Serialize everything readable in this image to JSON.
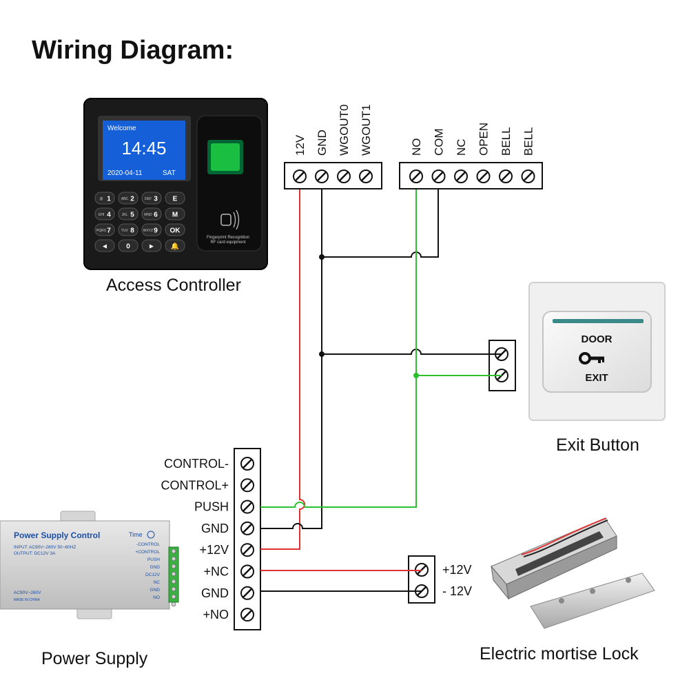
{
  "title": "Wiring Diagram:",
  "captions": {
    "access_controller": "Access Controller",
    "exit_button": "Exit Button",
    "power_supply": "Power Supply",
    "lock": "Electric mortise Lock"
  },
  "controller": {
    "screen_welcome": "Welcome",
    "screen_time": "14:45",
    "screen_date": "2020-04-11",
    "screen_day": "SAT",
    "keypad": [
      {
        "main": "1",
        "sub": "@"
      },
      {
        "main": "2",
        "sub": "ABC"
      },
      {
        "main": "3",
        "sub": "DEF"
      },
      {
        "main": "E",
        "sub": ""
      },
      {
        "main": "4",
        "sub": "GHI"
      },
      {
        "main": "5",
        "sub": "JKL"
      },
      {
        "main": "6",
        "sub": "MNO"
      },
      {
        "main": "M",
        "sub": ""
      },
      {
        "main": "7",
        "sub": "PQRS"
      },
      {
        "main": "8",
        "sub": "TUV"
      },
      {
        "main": "9",
        "sub": "WXYZ"
      },
      {
        "main": "OK",
        "sub": ""
      },
      {
        "main": "◄",
        "sub": ""
      },
      {
        "main": "0",
        "sub": ""
      },
      {
        "main": "►",
        "sub": ""
      },
      {
        "main": "🔔",
        "sub": ""
      }
    ],
    "reader_label_1": "Fingerprint Recognition",
    "reader_label_2": "RF card equipment"
  },
  "controller_terminals_left": [
    "12V",
    "GND",
    "WGOUT0",
    "WGOUT1"
  ],
  "controller_terminals_right": [
    "NO",
    "COM",
    "NC",
    "OPEN",
    "BELL",
    "BELL"
  ],
  "power_supply_terminals": [
    "CONTROL-",
    "CONTROL+",
    "PUSH",
    "GND",
    "+12V",
    "+NC",
    "GND",
    "+NO"
  ],
  "lock_terminals": [
    "+12V",
    "- 12V"
  ],
  "exit_button": {
    "line1": "DOOR",
    "line2": "EXIT"
  },
  "power_supply_device": {
    "label": "Power Supply Control",
    "time": "Time",
    "input": "INPUT:  AC90V~260V 50~60HZ",
    "output": "OUTPUT:  DC12V 3A",
    "bottom": "AC90V~260V",
    "made": "MADE IN CHINA",
    "pins": [
      "-CONTROL",
      "+CONTROL",
      "PUSH",
      "GND",
      "DC12V",
      "NC",
      "GND",
      "NO"
    ]
  },
  "colors": {
    "wire_red": "#e03030",
    "wire_black": "#111111",
    "wire_green": "#2dbf2d",
    "screen_blue": "#1560d8",
    "device_body": "#1a1a1a"
  }
}
